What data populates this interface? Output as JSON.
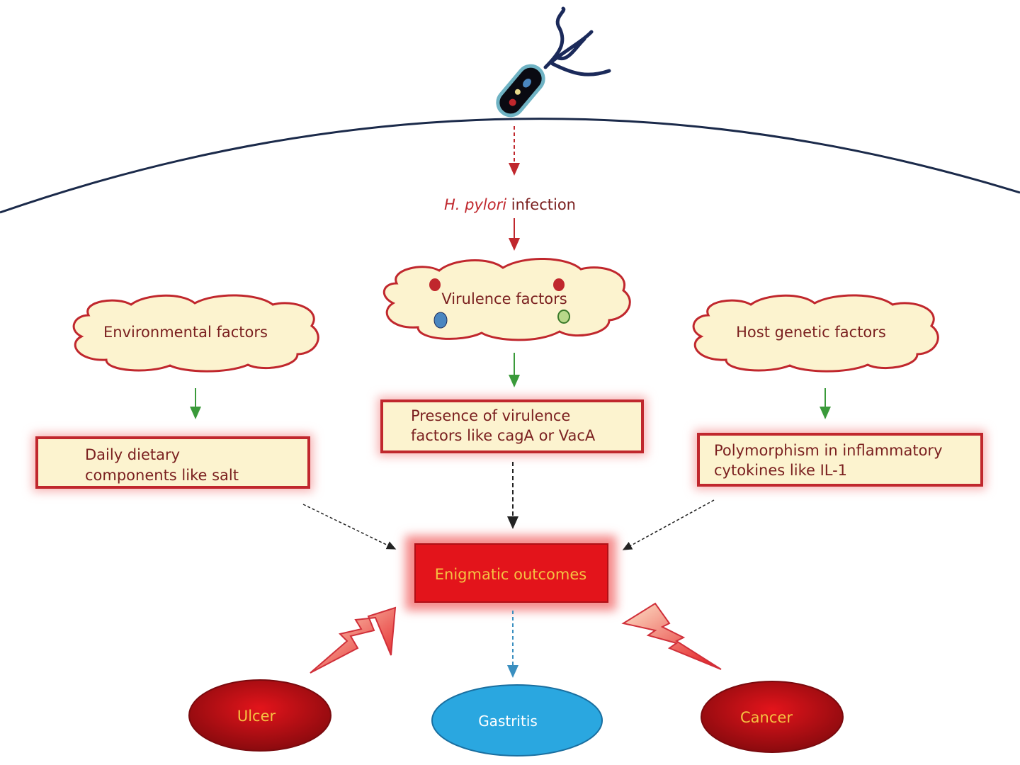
{
  "title_label": {
    "italic": "H. pylori",
    "rest": " infection"
  },
  "clouds": {
    "environmental": "Environmental factors",
    "virulence": "Virulence factors",
    "host": "Host genetic factors"
  },
  "boxes": {
    "environmental": [
      "Daily dietary",
      "components like salt"
    ],
    "virulence": [
      "Presence of virulence",
      "factors like cagA or VacA"
    ],
    "host": [
      "Polymorphism in inflammatory",
      "cytokines like IL-1"
    ]
  },
  "outcome": "Enigmatic outcomes",
  "diseases": {
    "ulcer": "Ulcer",
    "gastritis": "Gastritis",
    "cancer": "Cancer"
  },
  "colors": {
    "red": "#e3141b",
    "cream": "#fcf3cf",
    "blue": "#2aa7e0",
    "membrane": "#1b2a4a",
    "text_yellow": "#f5c242"
  }
}
